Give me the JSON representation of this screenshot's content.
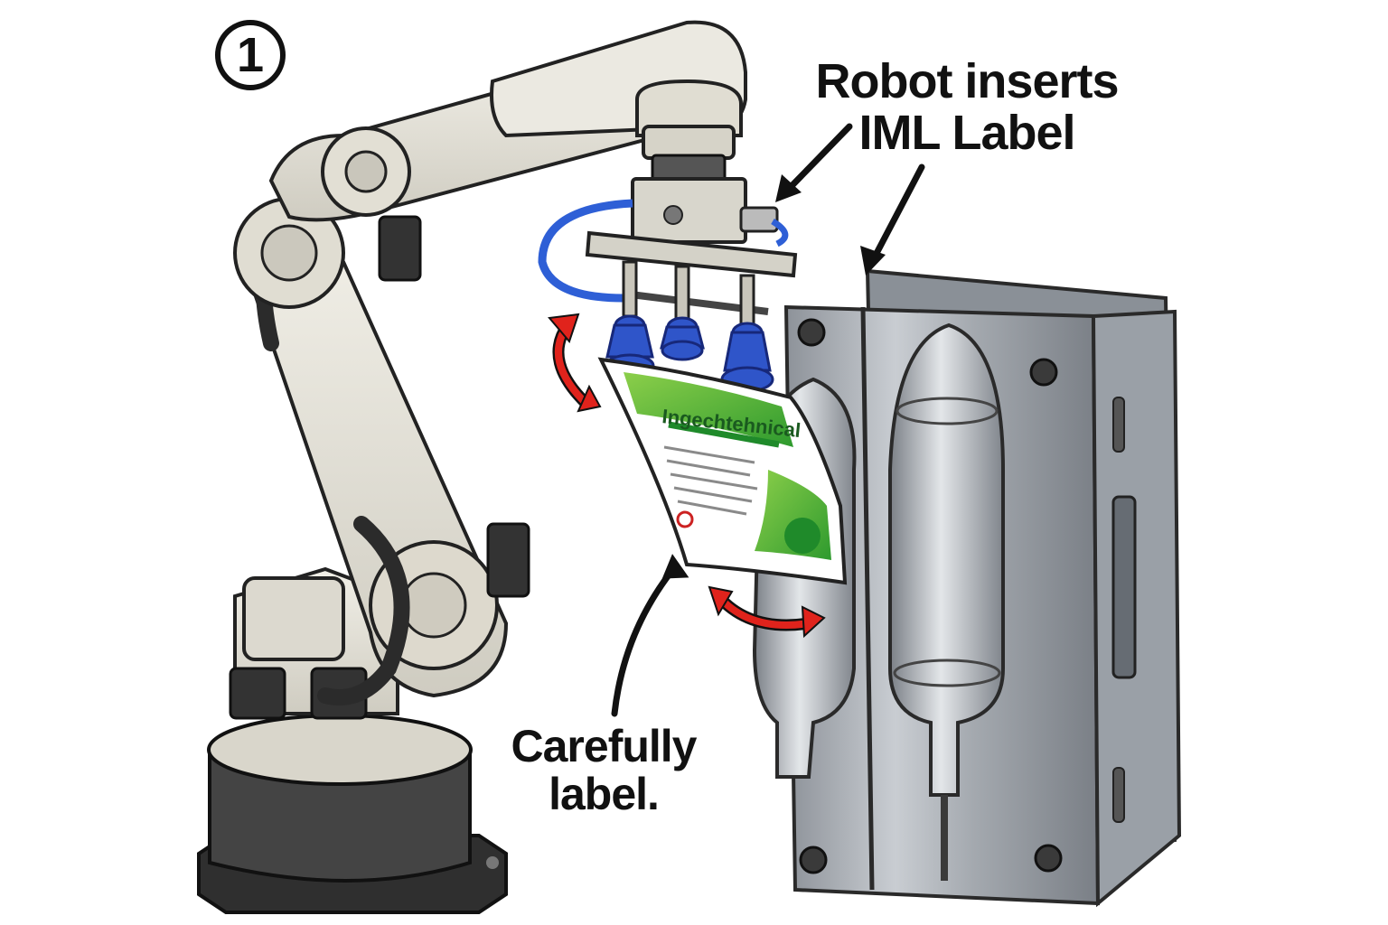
{
  "step": {
    "number": "1"
  },
  "callouts": {
    "top": {
      "line1": "Robot inserts",
      "line2": "IML Label"
    },
    "bottom": {
      "line1": "Carefully",
      "line2": "label."
    }
  },
  "label": {
    "brand": "Ingechtehnical",
    "brand_color": "#1f8a2a",
    "accent_color": "#7cc242"
  },
  "colors": {
    "robot_body": "#e4e2d8",
    "robot_outline": "#2a2a2a",
    "robot_base": "#3a3a3a",
    "cable": "#2b2b2b",
    "suction_cup": "#2f55c9",
    "hose": "#2e5fd6",
    "mold_steel": "#a9aeb4",
    "mold_dark": "#6e747b",
    "arrow_red": "#e0231c"
  },
  "icons": [
    "robot-arm-icon",
    "vacuum-gripper-icon",
    "mold-icon",
    "rotate-arrow-icon"
  ]
}
